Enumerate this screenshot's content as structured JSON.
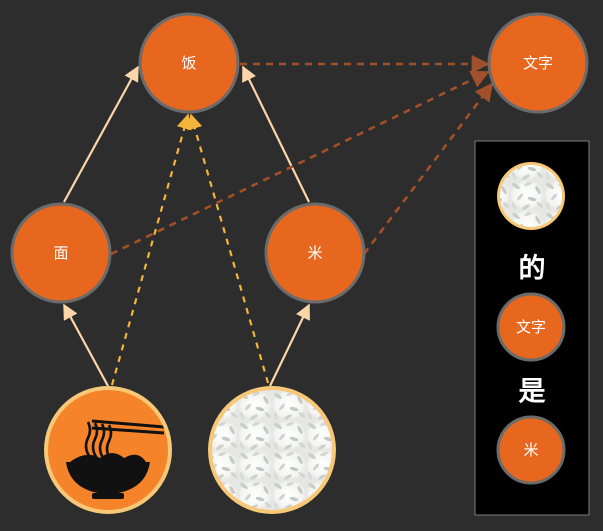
{
  "colors": {
    "background": "#2d2d2d",
    "node_fill": "#e8671f",
    "node_stroke": "#6b6b6b",
    "arrow_solid": "#fcd6a8",
    "arrow_dashed_brown": "#a2502a",
    "arrow_dashed_yellow": "#f4b43c",
    "legend_bg": "#000000",
    "legend_border": "#7a7a7a"
  },
  "nodes": {
    "fan": "饭",
    "wenzi": "文字",
    "mian": "面",
    "mi": "米"
  },
  "images": {
    "noodles": "noodle-bowl-icon",
    "rice": "rice-grains-image"
  },
  "legend": {
    "de": "的",
    "wenzi": "文字",
    "shi": "是",
    "mi": "米",
    "rice": "rice-grains-image"
  }
}
